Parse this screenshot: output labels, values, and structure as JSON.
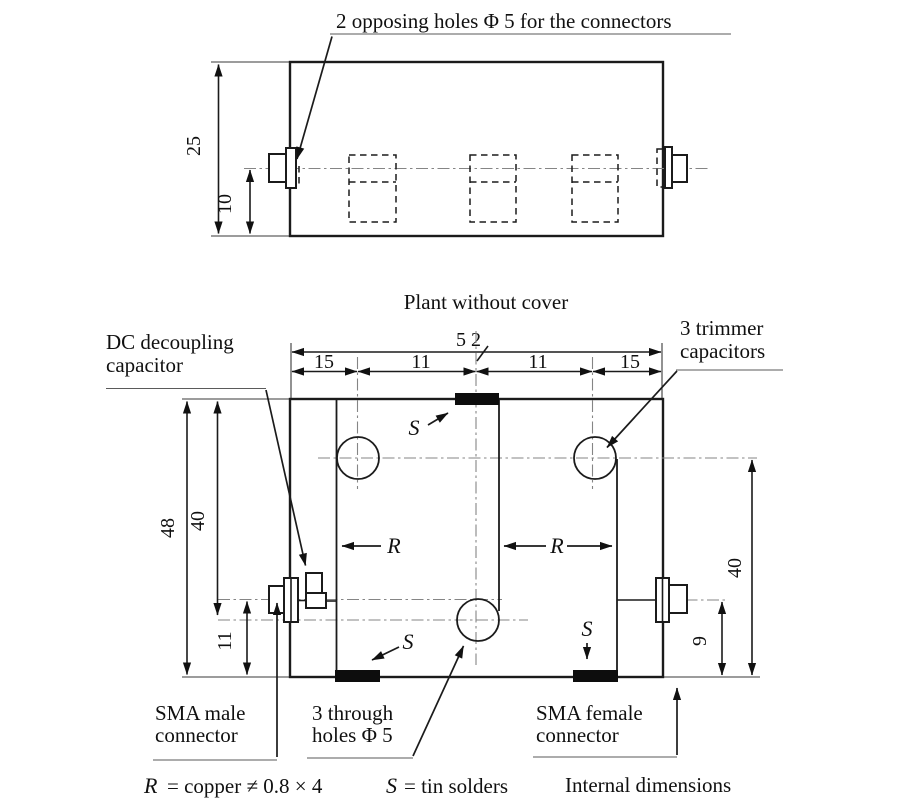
{
  "figure": {
    "top_annotation": "2 opposing holes Φ 5 for the connectors",
    "section_title": "Plant without cover",
    "dims": {
      "height_outer_top": "25",
      "hole_offset_top": "10",
      "width_total": "52",
      "w15": "15",
      "w11": "11",
      "height_outer": "48",
      "height_inner": "40",
      "male_offset": "11",
      "female_offset": "9"
    },
    "symbols": {
      "r": "R",
      "s": "S"
    },
    "callouts": {
      "dc_cap": [
        "DC decoupling",
        "capacitor"
      ],
      "trimmers": [
        "3 trimmer",
        "capacitors"
      ],
      "sma_male": [
        "SMA male",
        "connector"
      ],
      "through_holes": [
        "3 through",
        "holes Φ 5"
      ],
      "sma_female": [
        "SMA female",
        "connector"
      ]
    },
    "legend": {
      "internal": "Internal dimensions",
      "r_symbol": "R",
      "r_text": "= copper ≠ 0.8 × 4",
      "s_symbol": "S",
      "s_text": "= tin solders"
    }
  }
}
